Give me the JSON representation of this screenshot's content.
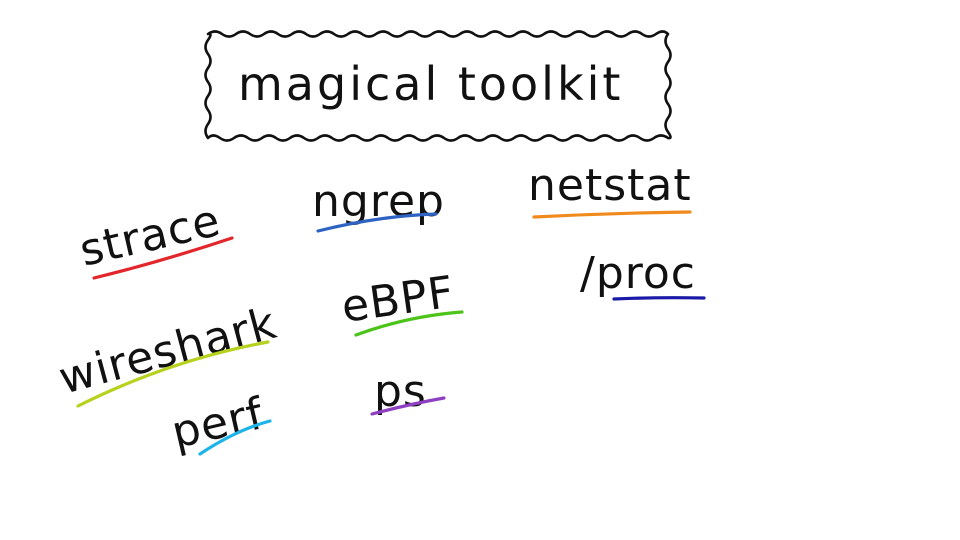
{
  "title": "magical toolkit",
  "tools": [
    {
      "id": "strace",
      "label": "strace",
      "color": "#e3262b"
    },
    {
      "id": "ngrep",
      "label": "ngrep",
      "color": "#2e63c4"
    },
    {
      "id": "netstat",
      "label": "netstat",
      "color": "#f08a1c"
    },
    {
      "id": "proc",
      "label": "/proc",
      "color": "#1a1aa8"
    },
    {
      "id": "wireshark",
      "label": "wireshark",
      "color": "#b7d11e"
    },
    {
      "id": "ebpf",
      "label": "eBPF",
      "color": "#4cc41a"
    },
    {
      "id": "perf",
      "label": "perf",
      "color": "#1eb4ea"
    },
    {
      "id": "ps",
      "label": "ps",
      "color": "#8e3fc2"
    }
  ]
}
